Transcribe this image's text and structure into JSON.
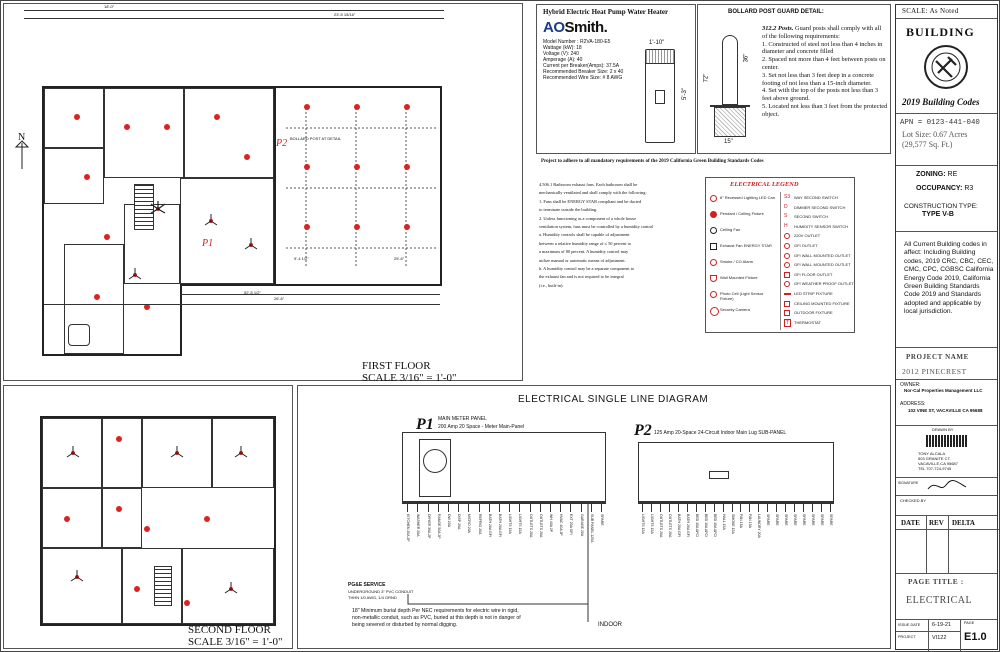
{
  "floor_plans": {
    "first_floor": {
      "title": "FIRST FLOOR",
      "scale": "SCALE 3/16\" = 1'-0\""
    },
    "second_floor": {
      "title": "SECOND FLOOR",
      "scale": "SCALE 3/16\" = 1'-0\""
    },
    "north_label": "N",
    "panel_markers": [
      "P1",
      "P2"
    ],
    "bollard_note": "BOLLARD POST AT DETAIL",
    "dimensions": [
      "18'-0\"",
      "23'-5 15/16\"",
      "52'-5 1/2\"",
      "26'-6\"",
      "25'-6\"",
      "9'-4 1/2\"",
      "3'-0\""
    ]
  },
  "water_heater": {
    "title": "Hybrid Electric Heat Pump Water Heater",
    "brand": "AO Smith.",
    "brand_short": "AO",
    "brand_rest": "Smith.",
    "specs": [
      "Model Number : R2VA-180-E5",
      "Wattage (kW): 18",
      "Voltage (V): 240",
      "Amperage (A): 40",
      "Current per Breaker(Amps): 37.5A",
      "Recommended Breaker Size: 2 x 40",
      "Recommended Wire Size: # 8 AWG"
    ],
    "dim_width": "1'-10\"",
    "dim_height": "5'-3\""
  },
  "bollard": {
    "title": "BOLLARD POST GUARD DETAIL:",
    "heading_num": "312.2 Posts.",
    "heading_text": " Guard posts shall comply with all of the following requirements:",
    "items": [
      "1.     Constructed of steel not less than 4 inches in diameter and concrete filled",
      "2.     Spaced not more than 4 feet between posts on center.",
      "3.     Set not less than 3 feet deep in a concrete footing of not less than a 15-inch diameter.",
      "4.     Set with the top of the posts not less than 3 feet above ground.",
      "5. Located not less than 3 feet  from the protected object."
    ],
    "dim_36": "36\"",
    "dim_72": "72\"",
    "dim_15": "15\""
  },
  "green_note": "Project to adhere to all mandatory requirements of the 2019 California Green Building Standards Codes",
  "bathroom_note": {
    "heading": "4.506.1",
    "lines": [
      "4.506.1 Bathroom exhaust fans. Each bathroom shall be",
      "mechanically ventilated and shall comply with the following:",
      "1.        Fans shall be ENERGY STAR compliant and be ducted",
      "to terminate outside the building.",
      "2.        Unless functioning as a component of a whole house",
      "ventilation system, fans must be controlled by a humidity control",
      "a.        Humidity controls shall be capable of adjustment",
      "between a relative humidity range of ≤ 50 percent to",
      "a maximum of 80 percent. A humidity control may",
      "utilize manual or automatic means of adjustment.",
      "b.        A humidity control may be a separate component to",
      "the exhaust fan and is not required to be integral",
      "(i.e.,        built-in)."
    ]
  },
  "legend": {
    "title": "ELECTRICAL LEGEND",
    "left_items": [
      "6\" Recessed Lighting LED Can",
      "Pendant / Ceiling Fixture",
      "Ceiling Fan",
      "Exhaust Fan ENERGY STAR",
      "Smoke / CO Alarm",
      "Wall Mounted Fixture",
      "Photo Cell (Light Sensor Fixture)",
      "Security Camera"
    ],
    "right_items": [
      "WAY SECOND SWITCH",
      "DIMMER SECOND SWITCH",
      "SECOND SWITCH",
      "HUMIDITY SENSOR SWITCH",
      "220V OUTLET",
      "GFI OUTLET",
      "GFI WALL MOUNTED OUTLET",
      "GFI WALL MOUNTED OUTLET",
      "GFI FLOOR OUTLET",
      "GFI WEATHER PROOF OUTLET",
      "LED STRIP FIXTURE",
      "CEILING MOUNTED FIXTURE",
      "OUTDOOR FIXTURE",
      "THERMOSTAT"
    ],
    "right_codes": [
      "S3",
      "D",
      "S",
      "H",
      "",
      "",
      "",
      "",
      "",
      "",
      "",
      "",
      "",
      "T"
    ]
  },
  "single_line": {
    "title": "ELECTRICAL SINGLE LINE DIAGRAM",
    "p1_label": "P1",
    "p1_title": "MAIN METER PANEL",
    "p1_sub": "200 Amp 20 Space - Meter Main-Panel",
    "p2_label": "P2",
    "p2_sub": "125 Amp 20-Space 24-Circuit Indoor Main Lug SUB-PANEL",
    "pge_title": "PG&E SERVICE",
    "pge_sub": "UNDERGROUND 3\" PVC CONDUIT",
    "pge_sub2": "THHN 1/0 AWG, 1/4 GRND",
    "indoor": "INDOOR",
    "burial_note": "18\" Minimum burial depth Per NEC requirements for electric wire in rigid, non-metallic conduit, such as PVC, buried at this depth is not in danger of being severed or disturbed by normal digging.",
    "p1_circuits": [
      "KITCHEN 20A 2P",
      "WASHER 20A",
      "DRYER 30A 2P",
      "RANGE 50A 2P",
      "DW 20A",
      "DISP 20A",
      "MICRO 20A",
      "REFRIG 20A",
      "BATH 20A GFI",
      "BATH 20A GFI",
      "LIGHTS 15A",
      "LIGHTS 15A",
      "OUTLETS 20A",
      "OUTLETS 20A",
      "WH 40A 2P",
      "HVAC 40A 2P",
      "EXT 20A GFI",
      "GARAGE 20A",
      "SUB PANEL 125A",
      "SPARE"
    ],
    "p2_circuits": [
      "LIGHTS 15A",
      "LIGHTS 15A",
      "OUTLETS 20A",
      "OUTLETS 20A",
      "BATH 20A GFI",
      "BATH 20A GFI",
      "BED 15A AFCI",
      "BED 15A AFCI",
      "BED 15A AFCI",
      "HALL 15A",
      "SMOKE 15A",
      "FAN 15A",
      "FAN 15A",
      "LAUNDRY 20A",
      "SPARE",
      "SPARE",
      "SPARE",
      "SPARE",
      "SPARE",
      "SPARE",
      "SPARE",
      "SPARE"
    ]
  },
  "title_block": {
    "scale": "SCALE: As Noted",
    "building": "BUILDING",
    "code_year": "2019 Building Codes",
    "apn": "APN = 0123-441-040",
    "lot_size": "Lot Size: 0.67 Acres",
    "lot_sqft": "(29,577 Sq. Ft.)",
    "zoning_label": "ZONING:",
    "zoning_value": "RE",
    "occupancy_label": "OCCUPANCY:",
    "occupancy_value": "R3",
    "construction_label": "CONSTRUCTION TYPE:",
    "construction_value": "TYPE V-B",
    "codes_note": "All Current Building codes in affect: Including Building codes, 2019 CRC, CBC, CEC, CMC, CPC, CGBSC California Energy Code 2019, California Green Building Standards Code 2019 and Standards adopted and applicable by local jurisdiction.",
    "project_name_label": "PROJECT NAME",
    "project_name": "2012 PINECREST",
    "owner_label": "OWNER:",
    "owner_value": "Nor-Cal Properties Management LLC",
    "address_label": "ADDRESS:",
    "address_value": "102 VINE ST, VACAVILLE CA 95688",
    "drawn_by": "DRAWN BY",
    "drafter_name": "TONY ALCALA",
    "drafter_addr1": "503 GRANITE CT.",
    "drafter_addr2": "VACAVILLE,CA 95687",
    "drafter_tel": "TEL 707-724-9745",
    "signature_label": "SIGNATURE",
    "checked_by": "CHECKED BY",
    "date_col": "DATE",
    "rev_col": "REV",
    "delta_col": "DELTA",
    "page_title_label": "PAGE TITLE :",
    "page_title": "ELECTRICAL",
    "issue_date_label": "ISSUE DATE",
    "issue_date": "6-19-21",
    "project_label": "PROJECT",
    "project_code": "VI122",
    "page_label": "PAGE",
    "page_num": "E1.0"
  },
  "colors": {
    "red": "#cc2222",
    "ink": "#111111"
  }
}
